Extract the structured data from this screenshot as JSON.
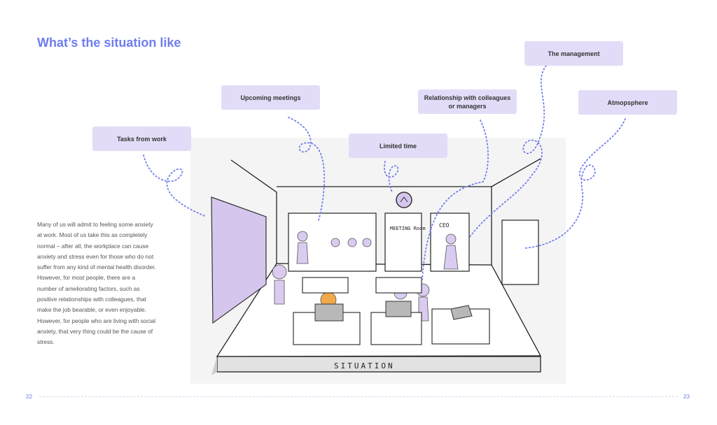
{
  "page": {
    "title": "What’s the situation like",
    "body": "Many of us will admit to feeling some anxiety at work. Most of us take this as completely normal – after all, the workplace can cause anxiety and stress even for those who do not suffer from any kind of mental health disorder. However, for most people, there are a number of ameliorating factors, such as positive relationships with colleagues, that make the job bearable, or even enjoyable. However, for people who are living with social anxiety, that very thing could be the cause of stress.",
    "left_page_number": "22",
    "right_page_number": "23"
  },
  "labels": {
    "tasks": "Tasks from work",
    "meetings": "Upcoming meetings",
    "time": "Limited time",
    "relationship": "Relationship with colleagues or managers",
    "management": "The management",
    "atmosphere": "Atmopsphere"
  },
  "illustration": {
    "meeting_room_sign": "MEETING Room",
    "ceo_sign": "CEO",
    "platform_label": "SITUATION"
  },
  "colors": {
    "accent": "#6f7df0",
    "label_bg": "#e2dcf8",
    "figure": "#d9ccf0",
    "highlight": "#f2a94a"
  }
}
